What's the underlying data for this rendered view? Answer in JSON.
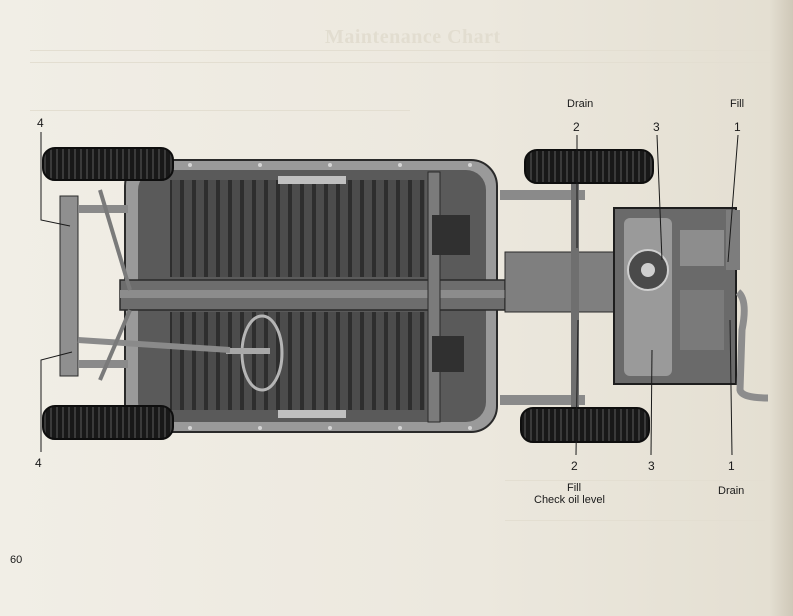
{
  "document": {
    "page_number": "60",
    "bleed_through_heading": "Maintenance Chart"
  },
  "callouts": {
    "top_drain": {
      "label": "Drain",
      "number": "2"
    },
    "top_center_number": "3",
    "top_fill": {
      "label": "Fill",
      "number": "1"
    },
    "front_top_number": "4",
    "front_bottom_number": "4",
    "bottom_left_number": "2",
    "bottom_center_number": "3",
    "bottom_right_number": "1",
    "bottom_fill": {
      "label": "Fill",
      "sublabel": "Check oil level"
    },
    "bottom_drain": {
      "label": "Drain"
    }
  },
  "colors": {
    "ink": "#1a1a1a",
    "paper": "#ece8de",
    "tire": "#151515",
    "floorpan": "#4a4a4a",
    "frame": "#8a8a8a"
  }
}
